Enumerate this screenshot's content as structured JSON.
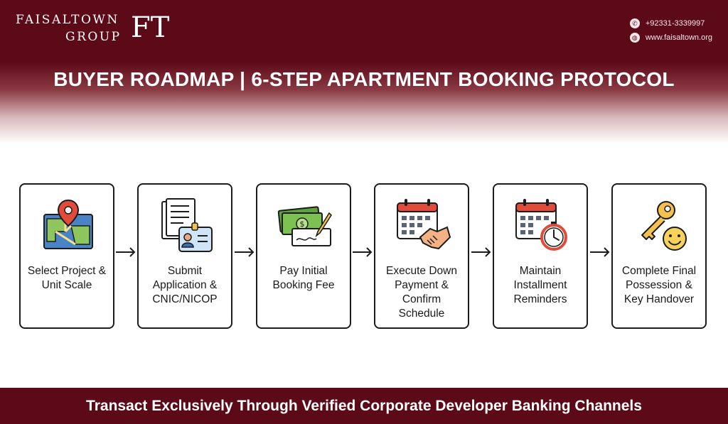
{
  "brand": {
    "name_line1": "FAISALTOWN",
    "name_line2": "GROUP",
    "monogram": "FT"
  },
  "contact": {
    "phone": "+92331-3339997",
    "website": "www.faisaltown.org",
    "phone_icon": "phone-icon",
    "web_icon": "globe-icon"
  },
  "title": "BUYER ROADMAP | 6-STEP APARTMENT BOOKING PROTOCOL",
  "steps": [
    {
      "label": "Select Project & Unit Scale",
      "icon": "map-pin-icon"
    },
    {
      "label": "Submit Application & CNIC/NICOP",
      "icon": "id-document-icon"
    },
    {
      "label": "Pay Initial Booking Fee",
      "icon": "cash-cheque-icon"
    },
    {
      "label": "Execute Down Payment & Confirm Schedule",
      "icon": "calendar-handshake-icon"
    },
    {
      "label": "Maintain Installment Reminders",
      "icon": "calendar-stopwatch-icon"
    },
    {
      "label": "Complete Final Possession & Key Handover",
      "icon": "key-smile-icon"
    }
  ],
  "footer": "Transact Exclusively Through Verified Corporate Developer Banking Channels",
  "colors": {
    "brand_maroon": "#5c0a18",
    "box_border": "#1c1c1c",
    "accent_red": "#e04b3a",
    "accent_green": "#6fb14a",
    "accent_blue": "#3b6fb6",
    "accent_yellow": "#f2c14e"
  }
}
